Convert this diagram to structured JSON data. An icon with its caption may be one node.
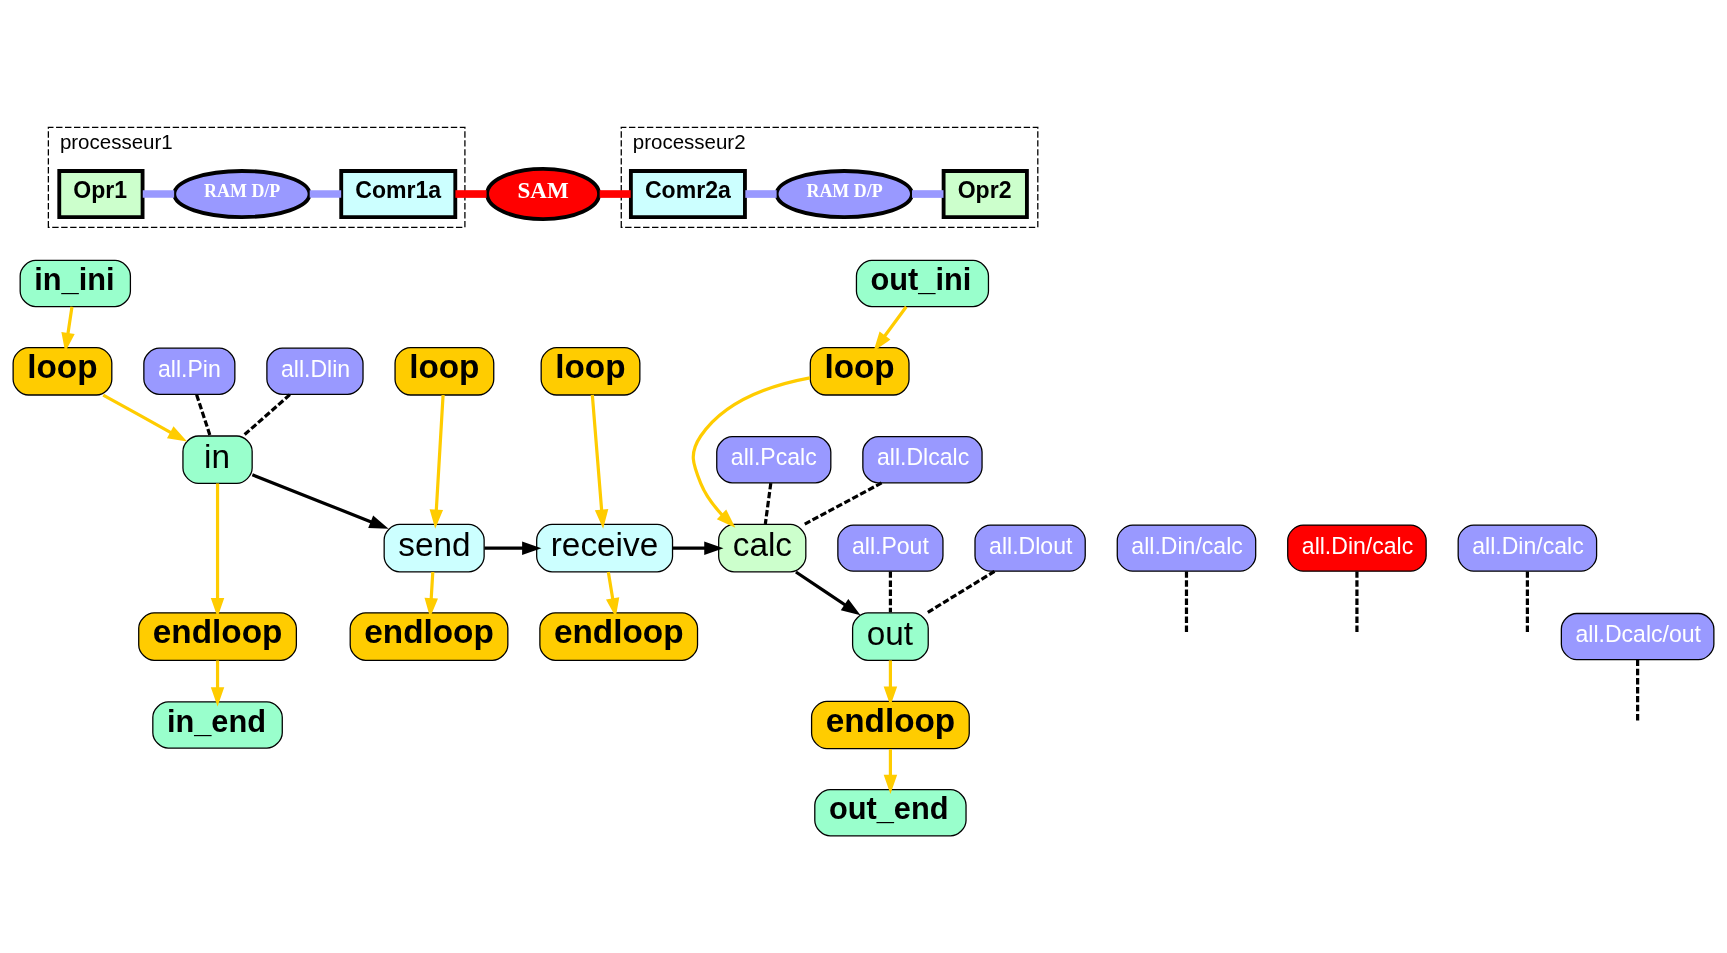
{
  "diagram": {
    "nodes": [
      {
        "text": [
          "processeur1"
        ]
      },
      {
        "text": [
          "Opr1"
        ],
        "in": 0
      },
      {
        "text": [
          "RAM D/P"
        ],
        "in": 0
      },
      {
        "text": [
          "Comr1a"
        ],
        "in": 0
      },
      {
        "text": [
          "SAM"
        ]
      },
      {
        "text": [
          "processeur2"
        ]
      },
      {
        "text": [
          "Comr2a"
        ],
        "in": 5
      },
      {
        "text": [
          "RAM D/P"
        ],
        "in": 5
      },
      {
        "text": [
          "Opr2"
        ],
        "in": 5
      },
      {
        "text": [
          "in_ini"
        ]
      },
      {
        "text": [
          "loop"
        ]
      },
      {
        "text": [
          "all.Pin"
        ]
      },
      {
        "text": [
          "all.Dlin"
        ]
      },
      {
        "text": [
          "in"
        ]
      },
      {
        "text": [
          "all.Din/calc"
        ]
      },
      {
        "text": [
          "endloop"
        ]
      },
      {
        "text": [
          "in_end"
        ]
      },
      {
        "text": [
          "loop"
        ]
      },
      {
        "text": [
          "send"
        ]
      },
      {
        "text": [
          "all.Din/calc"
        ]
      },
      {
        "text": [
          "endloop"
        ]
      },
      {
        "text": [
          "loop"
        ]
      },
      {
        "text": [
          "receive"
        ]
      },
      {
        "text": [
          "endloop"
        ]
      },
      {
        "text": [
          "all.Din/calc"
        ]
      },
      {
        "text": [
          "out_ini"
        ]
      },
      {
        "text": [
          "loop"
        ]
      },
      {
        "text": [
          "all.Pcalc"
        ]
      },
      {
        "text": [
          "all.Dlcalc"
        ]
      },
      {
        "text": [
          "calc"
        ]
      },
      {
        "text": [
          "all.Dcalc/out"
        ]
      },
      {
        "text": [
          "out"
        ]
      },
      {
        "text": [
          "all.Pout"
        ]
      },
      {
        "text": [
          "all.Dlout"
        ]
      },
      {
        "text": [
          "endloop"
        ]
      },
      {
        "text": [
          "out_end"
        ]
      }
    ],
    "edges": [
      {
        "from": 1,
        "to": 2,
        "arrow": "none",
        "style": "thick",
        "color": "#9999ff"
      },
      {
        "from": 2,
        "to": 3,
        "arrow": "none",
        "style": "thick",
        "color": "#9999ff"
      },
      {
        "from": 3,
        "to": 4,
        "arrow": "none",
        "style": "thick",
        "color": "#ff0000"
      },
      {
        "from": 4,
        "to": 6,
        "arrow": "none",
        "style": "thick",
        "color": "#ff0000"
      },
      {
        "from": 6,
        "to": 7,
        "arrow": "none",
        "style": "thick",
        "color": "#9999ff"
      },
      {
        "from": 7,
        "to": 8,
        "arrow": "none",
        "style": "thick",
        "color": "#9999ff"
      },
      {
        "from": 9,
        "to": 10,
        "arrow": "to",
        "color": "#ffcc00"
      },
      {
        "from": 10,
        "to": 13,
        "arrow": "to",
        "color": "#ffcc00"
      },
      {
        "from": 11,
        "to": 13,
        "arrow": "none",
        "style": "dashed",
        "color": "#000000"
      },
      {
        "from": 12,
        "to": 13,
        "arrow": "none",
        "style": "dashed",
        "color": "#000000"
      },
      {
        "from": 13,
        "to": 15,
        "arrow": "to",
        "color": "#ffcc00"
      },
      {
        "from": 15,
        "to": 16,
        "arrow": "to",
        "color": "#ffcc00"
      },
      {
        "from": 13,
        "to": 18,
        "arrow": "to",
        "color": "#000000"
      },
      {
        "from": 14,
        "to": null,
        "arrow": "none",
        "style": "dashed",
        "color": "#000000"
      },
      {
        "from": 17,
        "to": 18,
        "arrow": "to",
        "color": "#ffcc00"
      },
      {
        "from": 18,
        "to": 20,
        "arrow": "to",
        "color": "#ffcc00"
      },
      {
        "from": 18,
        "to": 22,
        "arrow": "to",
        "color": "#000000"
      },
      {
        "from": 19,
        "to": null,
        "arrow": "none",
        "style": "dashed",
        "color": "#000000"
      },
      {
        "from": 21,
        "to": 22,
        "arrow": "to",
        "color": "#ffcc00"
      },
      {
        "from": 22,
        "to": 23,
        "arrow": "to",
        "color": "#ffcc00"
      },
      {
        "from": 22,
        "to": 29,
        "arrow": "to",
        "color": "#000000"
      },
      {
        "from": 24,
        "to": null,
        "arrow": "none",
        "style": "dashed",
        "color": "#000000"
      },
      {
        "from": 25,
        "to": 26,
        "arrow": "to",
        "color": "#ffcc00"
      },
      {
        "from": 26,
        "to": 29,
        "arrow": "to",
        "color": "#ffcc00"
      },
      {
        "from": 27,
        "to": 29,
        "arrow": "none",
        "style": "dashed",
        "color": "#000000"
      },
      {
        "from": 28,
        "to": 29,
        "arrow": "none",
        "style": "dashed",
        "color": "#000000"
      },
      {
        "from": 29,
        "to": 31,
        "arrow": "to",
        "color": "#000000"
      },
      {
        "from": 30,
        "to": null,
        "arrow": "none",
        "style": "dashed",
        "color": "#000000"
      },
      {
        "from": 32,
        "to": 31,
        "arrow": "none",
        "style": "dashed",
        "color": "#000000"
      },
      {
        "from": 33,
        "to": 31,
        "arrow": "none",
        "style": "dashed",
        "color": "#000000"
      },
      {
        "from": 31,
        "to": 34,
        "arrow": "to",
        "color": "#ffcc00"
      },
      {
        "from": 34,
        "to": 35,
        "arrow": "to",
        "color": "#ffcc00"
      }
    ]
  }
}
